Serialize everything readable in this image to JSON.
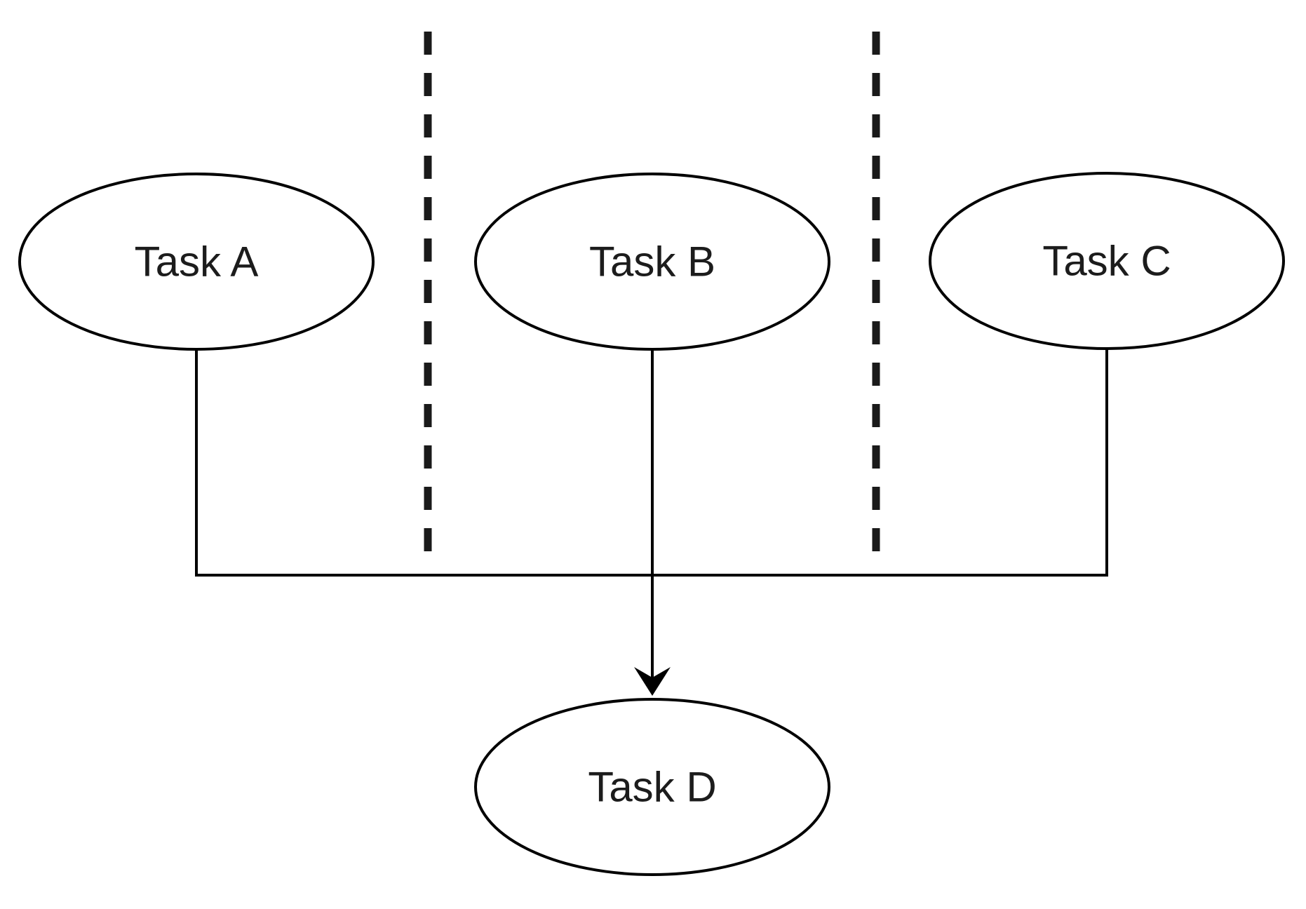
{
  "diagram": {
    "type": "flowchart-merge",
    "nodes": [
      {
        "id": "task-a",
        "label": "Task A",
        "shape": "ellipse",
        "lane": 1
      },
      {
        "id": "task-b",
        "label": "Task B",
        "shape": "ellipse",
        "lane": 2
      },
      {
        "id": "task-c",
        "label": "Task C",
        "shape": "ellipse",
        "lane": 3
      },
      {
        "id": "task-d",
        "label": "Task D",
        "shape": "ellipse",
        "lane": 2
      }
    ],
    "edges": [
      {
        "from": "task-a",
        "to": "task-d",
        "style": "solid",
        "merge": true
      },
      {
        "from": "task-b",
        "to": "task-d",
        "style": "solid",
        "merge": true,
        "arrow": "filled-v-arrowhead"
      },
      {
        "from": "task-c",
        "to": "task-d",
        "style": "solid",
        "merge": true
      }
    ],
    "lane_separators": {
      "count": 2,
      "style": "dashed-vertical"
    },
    "colors": {
      "background": "#ffffff",
      "node_fill": "#ffffff",
      "stroke": "#000000",
      "text": "#1c1c1c"
    }
  }
}
